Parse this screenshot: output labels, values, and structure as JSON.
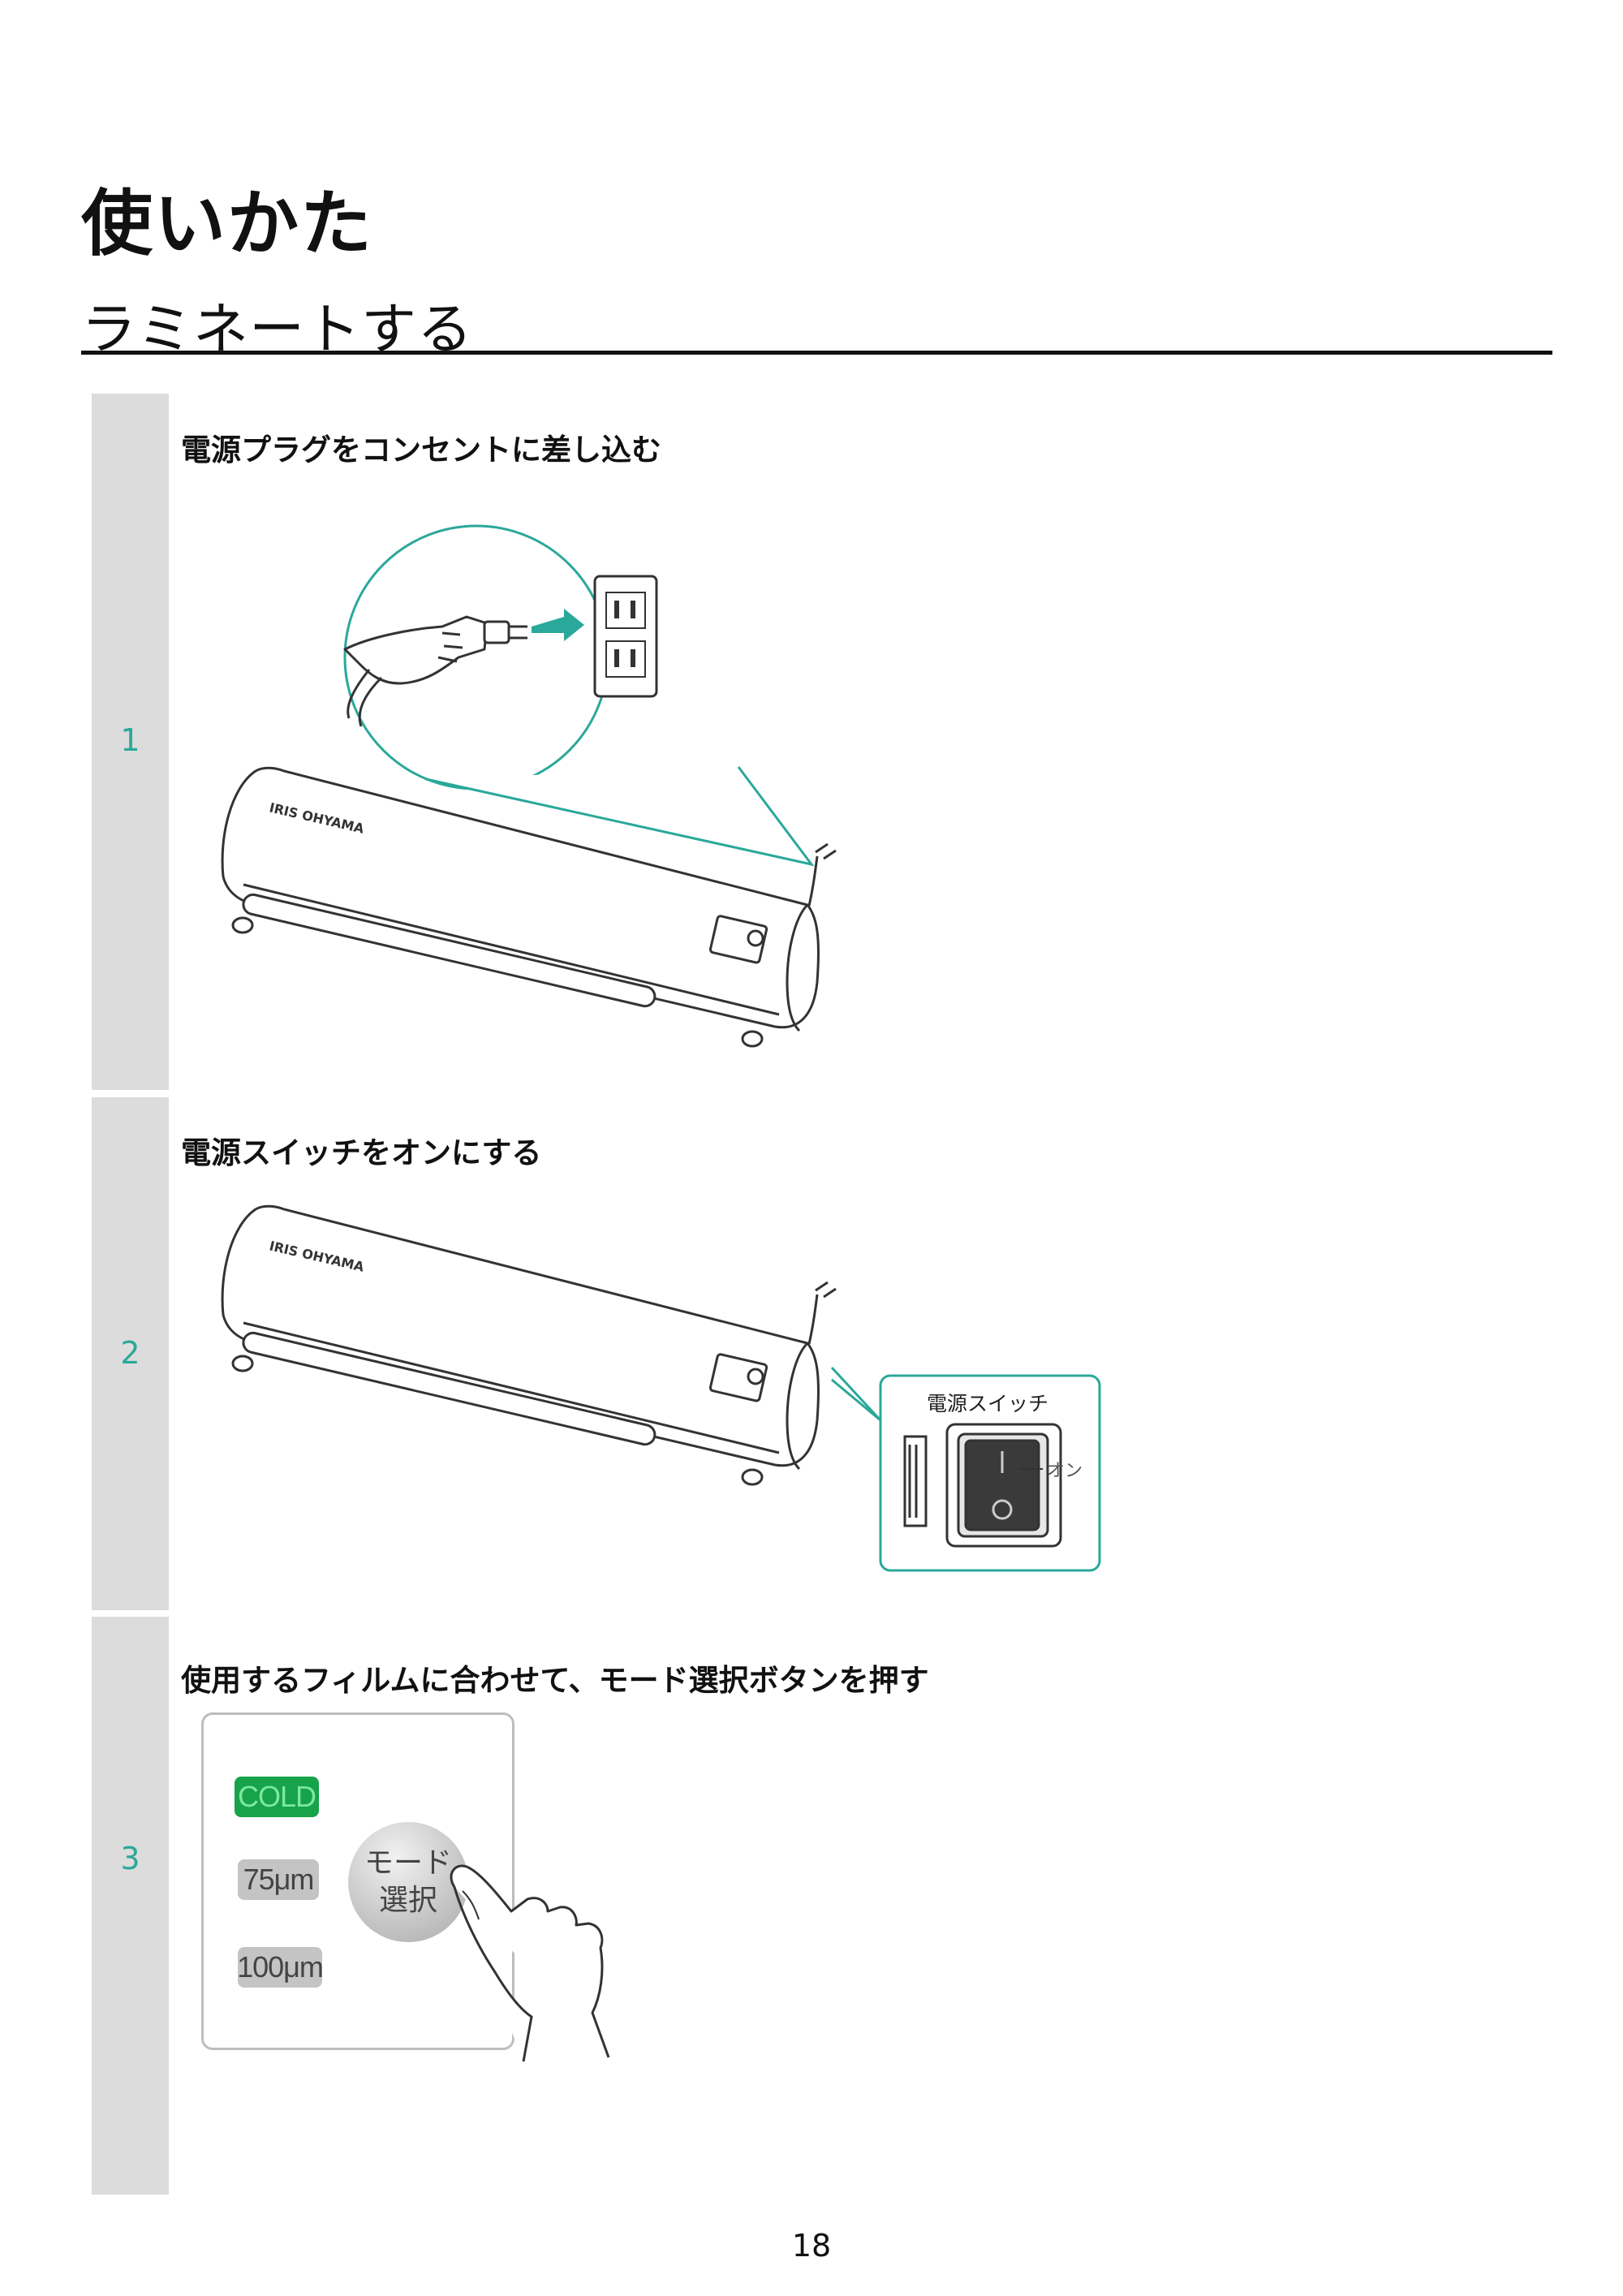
{
  "page": {
    "title": "使いかた",
    "subtitle": "ラミネートする",
    "page_number": "18"
  },
  "steps": [
    {
      "number": "1",
      "text": "電源プラグをコンセントに差し込む",
      "brand": "IRIS OHYAMA"
    },
    {
      "number": "2",
      "text": "電源スイッチをオンにする",
      "brand": "IRIS OHYAMA",
      "callout_title": "電源スイッチ",
      "callout_on": "オン"
    },
    {
      "number": "3",
      "text": "使用するフィルムに合わせて、モード選択ボタンを押す",
      "modes": [
        "COLD",
        "75μm",
        "100μm"
      ],
      "button_line1": "モード",
      "button_line2": "選択"
    }
  ],
  "colors": {
    "accent": "#2aa89a",
    "cold": "#16a34a",
    "bar": "#dcdcdc"
  }
}
